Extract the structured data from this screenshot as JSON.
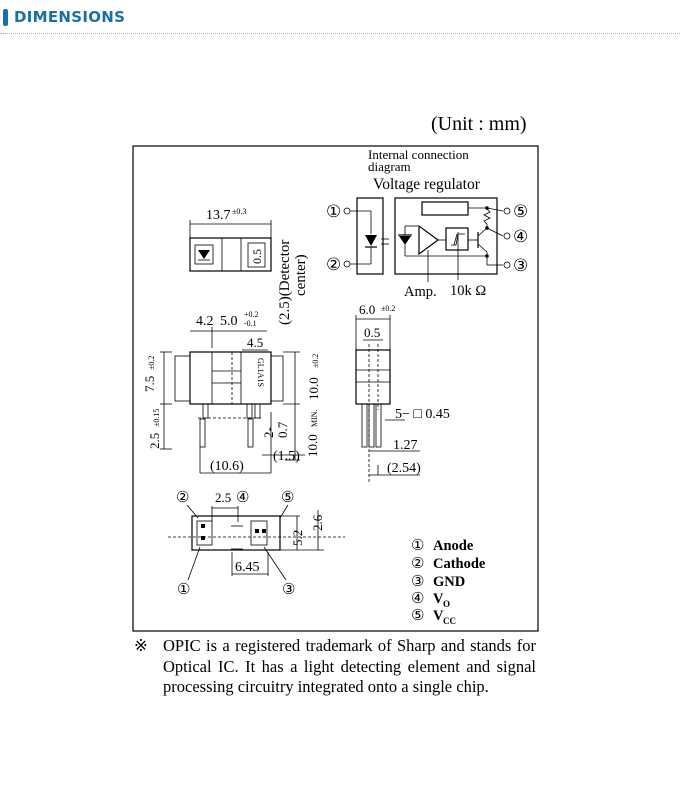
{
  "header": {
    "title": "DIMENSIONS"
  },
  "unit_label": "(Unit : mm)",
  "internal": {
    "title_line1": "Internal connection",
    "title_line2": "diagram",
    "voltage_regulator": "Voltage regulator",
    "amp": "Amp.",
    "resistor": "10k Ω"
  },
  "pins": [
    "①",
    "②",
    "③",
    "④",
    "⑤"
  ],
  "dims": {
    "d13_7": "13.7",
    "tol_0_3": "±0.3",
    "d0_5_top": "0.5",
    "d4_2": "4.2",
    "d5_0": "5.0",
    "tol_p02": "+0.2",
    "tol_m01": "-0.1",
    "d4_5": "4.5",
    "detector_a": "(2.5)(Detector",
    "detector_b": "center)",
    "d7_5": "7.5",
    "tol_02": "±0.2",
    "d10_0": "10.0",
    "tol_02b": "±0.2",
    "d2_5s": "2.5",
    "tol_015": "±0.15",
    "d2_dash": "2-",
    "d0_7": "0.7",
    "d10min": "10.0",
    "min_label": "MIN.",
    "d10_6": "(10.6)",
    "d1_5": "(1.5)",
    "d6_0": "6.0",
    "tol_02c": "±0.2",
    "d0_5": "0.5",
    "d5_sq": "5− □ 0.45",
    "d1_27": "1.27",
    "d2_54": "(2.54)",
    "d2_5b": "2.5",
    "d2_6": "2.6",
    "d5_2": "5.2",
    "d6_45": "6.45"
  },
  "legend": [
    {
      "num": "①",
      "label": "Anode"
    },
    {
      "num": "②",
      "label": "Cathode"
    },
    {
      "num": "③",
      "label": "GND"
    },
    {
      "num": "④",
      "label": "V",
      "sub": "O"
    },
    {
      "num": "⑤",
      "label": "V",
      "sub": "CC"
    }
  ],
  "footnote": {
    "mark": "※",
    "text": "OPIC is a registered trademark of Sharp and stands for Optical IC. It has a light detecting element and signal processing circuitry integrated onto a single chip."
  }
}
